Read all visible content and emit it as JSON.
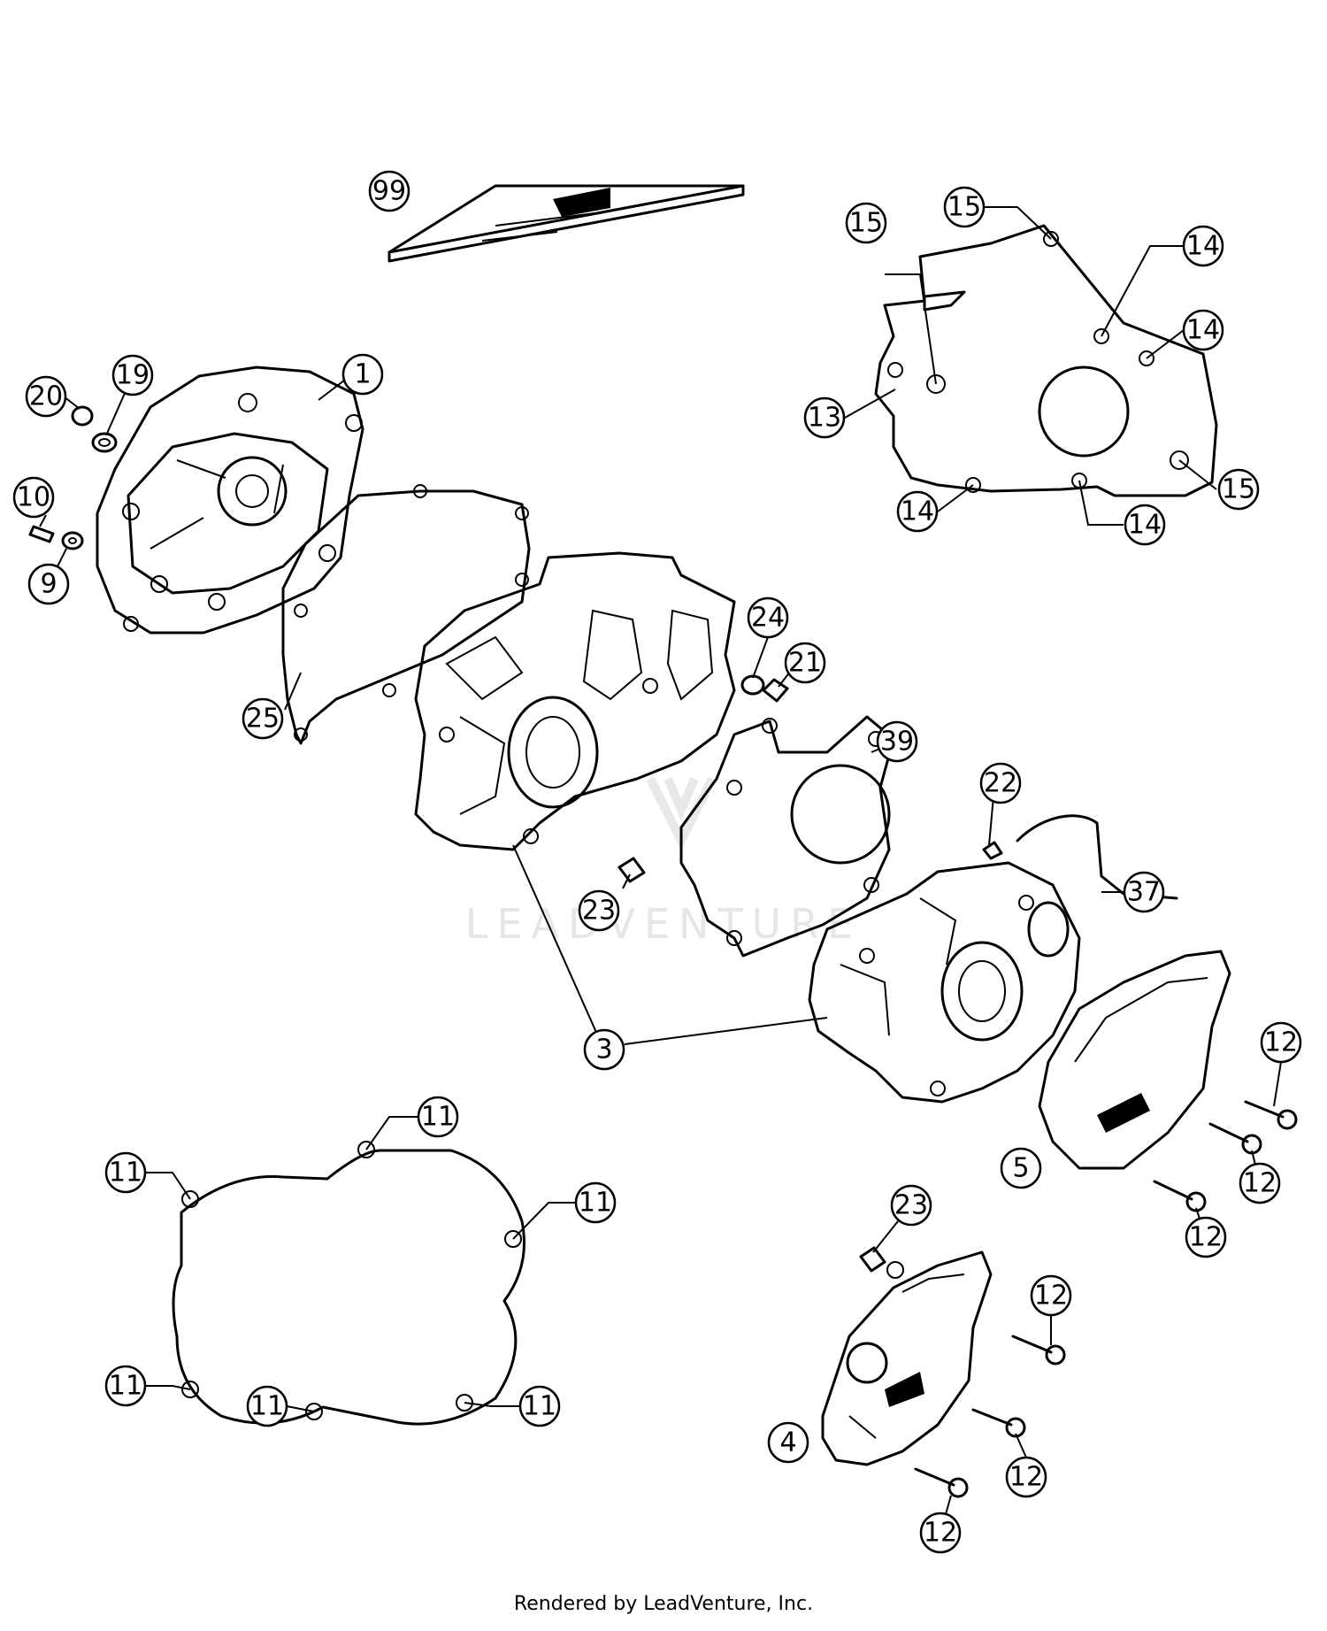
{
  "footer": {
    "credit": "Rendered by LeadVenture, Inc."
  },
  "watermark": {
    "text": "LEADVENTURE"
  },
  "callouts": [
    {
      "id": "c99",
      "label": "99"
    },
    {
      "id": "c15a",
      "label": "15"
    },
    {
      "id": "c15b",
      "label": "15"
    },
    {
      "id": "c14a",
      "label": "14"
    },
    {
      "id": "c14b",
      "label": "14"
    },
    {
      "id": "c13",
      "label": "13"
    },
    {
      "id": "c15c",
      "label": "15"
    },
    {
      "id": "c14c",
      "label": "14"
    },
    {
      "id": "c14d",
      "label": "14"
    },
    {
      "id": "c20",
      "label": "20"
    },
    {
      "id": "c19",
      "label": "19"
    },
    {
      "id": "c1",
      "label": "1"
    },
    {
      "id": "c10",
      "label": "10"
    },
    {
      "id": "c9",
      "label": "9"
    },
    {
      "id": "c24",
      "label": "24"
    },
    {
      "id": "c21",
      "label": "21"
    },
    {
      "id": "c25",
      "label": "25"
    },
    {
      "id": "c39",
      "label": "39"
    },
    {
      "id": "c22",
      "label": "22"
    },
    {
      "id": "c37",
      "label": "37"
    },
    {
      "id": "c23a",
      "label": "23"
    },
    {
      "id": "c3",
      "label": "3"
    },
    {
      "id": "c12a",
      "label": "12"
    },
    {
      "id": "c5",
      "label": "5"
    },
    {
      "id": "c12b",
      "label": "12"
    },
    {
      "id": "c12c",
      "label": "12"
    },
    {
      "id": "c11a",
      "label": "11"
    },
    {
      "id": "c11b",
      "label": "11"
    },
    {
      "id": "c11c",
      "label": "11"
    },
    {
      "id": "c11d",
      "label": "11"
    },
    {
      "id": "c11e",
      "label": "11"
    },
    {
      "id": "c11f",
      "label": "11"
    },
    {
      "id": "c23b",
      "label": "23"
    },
    {
      "id": "c12d",
      "label": "12"
    },
    {
      "id": "c4",
      "label": "4"
    },
    {
      "id": "c12e",
      "label": "12"
    },
    {
      "id": "c12f",
      "label": "12"
    }
  ]
}
